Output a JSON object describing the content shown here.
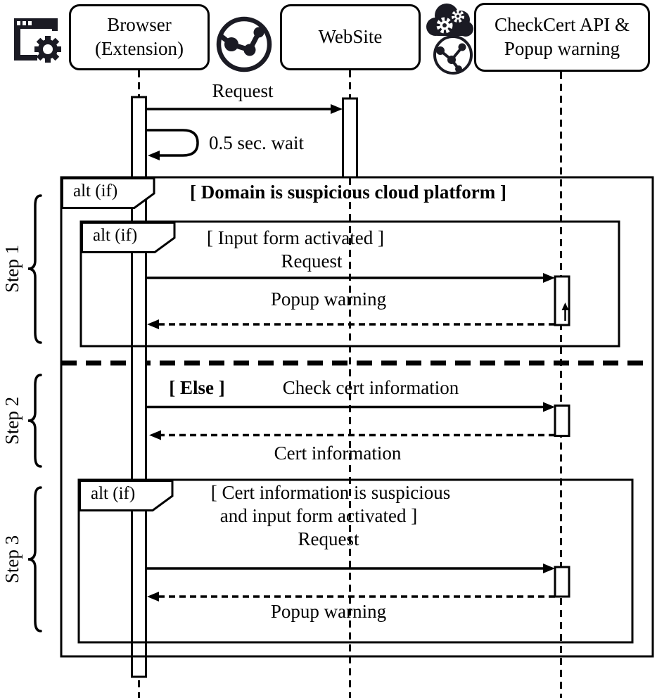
{
  "actors": {
    "browser": {
      "label": "Browser\n(Extension)"
    },
    "website": {
      "label": "WebSite"
    },
    "checkcert": {
      "label": "CheckCert API &\nPopup warning"
    }
  },
  "icons": {
    "browser": "browser-gear-icon",
    "website": "globe-network-icon",
    "checkcert_top": "cloud-gears-icon",
    "checkcert_bottom": "globe-network-outline-icon"
  },
  "messages": {
    "request_top": "Request",
    "wait": "0.5 sec. wait",
    "request_step1": "Request",
    "popup_step1": "Popup warning",
    "check_cert": "Check cert information",
    "cert_info": "Cert information",
    "request_step3": "Request",
    "popup_step3": "Popup warning"
  },
  "fragments": {
    "outer": {
      "operator": "alt (if)",
      "guard": "[ Domain is suspicious cloud platform ]",
      "else_guard": "[ Else ]"
    },
    "step1": {
      "operator": "alt (if)",
      "guard": "[ Input form activated ]"
    },
    "step3": {
      "operator": "alt (if)",
      "guard_line1": "[ Cert information is suspicious",
      "guard_line2": "and input form activated ]"
    }
  },
  "steps": {
    "step1": "Step 1",
    "step2": "Step 2",
    "step3": "Step 3"
  },
  "colors": {
    "ink": "#000000",
    "icon_ink": "#1b1b24",
    "background": "#ffffff"
  }
}
